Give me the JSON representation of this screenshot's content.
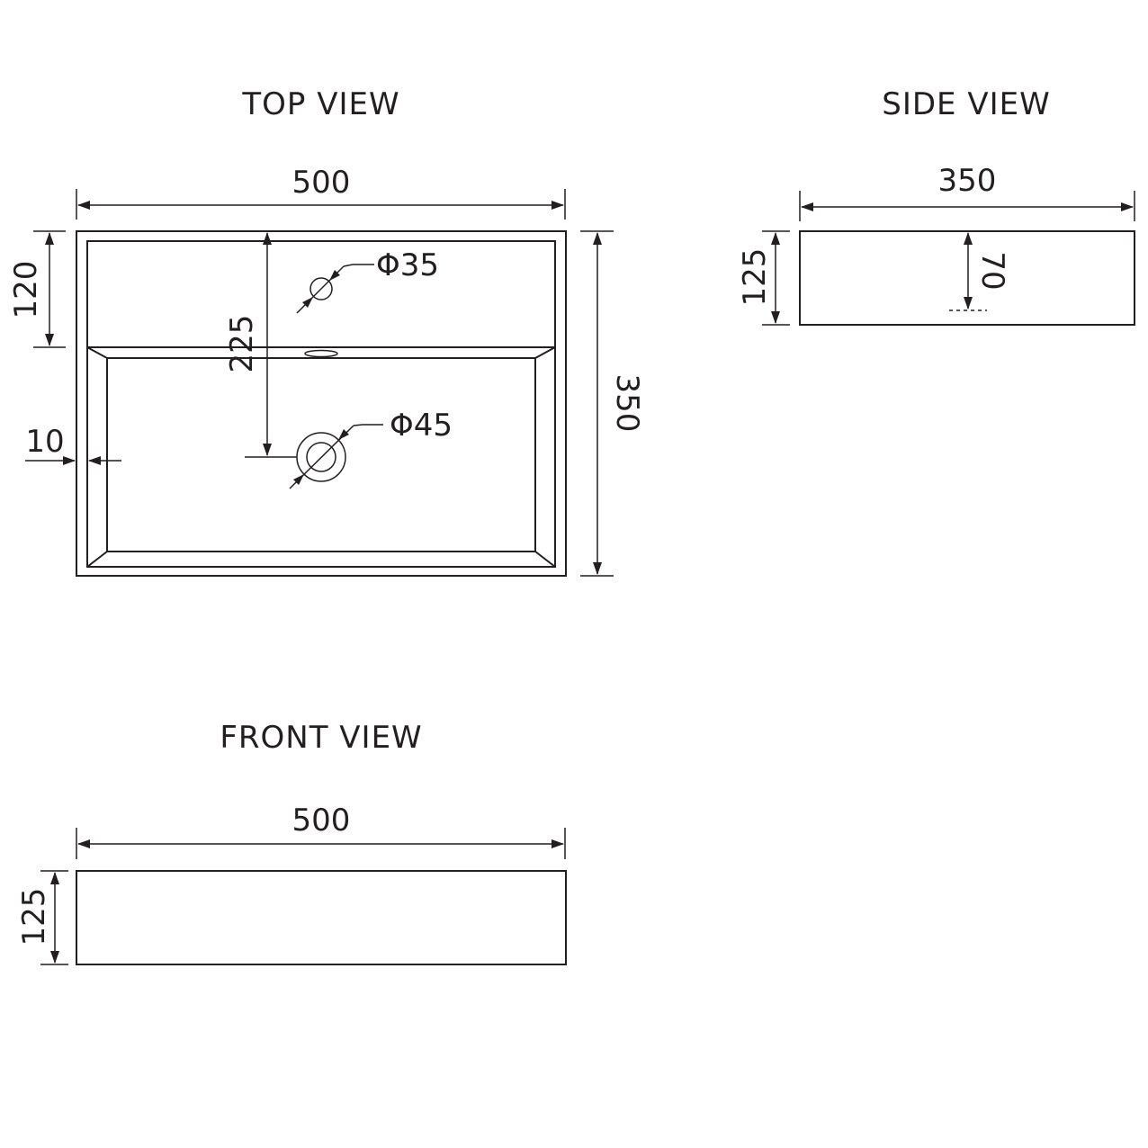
{
  "views": {
    "top": {
      "title": "TOP VIEW",
      "width_label": "500",
      "depth_label": "350",
      "deck_label": "120",
      "drain_offset_label": "225",
      "wall_label": "10",
      "tap_hole_label": "Φ35",
      "drain_label": "Φ45"
    },
    "side": {
      "title": "SIDE VIEW",
      "width_label": "350",
      "height_label": "125",
      "bowl_depth_label": "70"
    },
    "front": {
      "title": "FRONT VIEW",
      "width_label": "500",
      "height_label": "125"
    }
  },
  "colors": {
    "line": "#231f20",
    "background": "#ffffff"
  }
}
